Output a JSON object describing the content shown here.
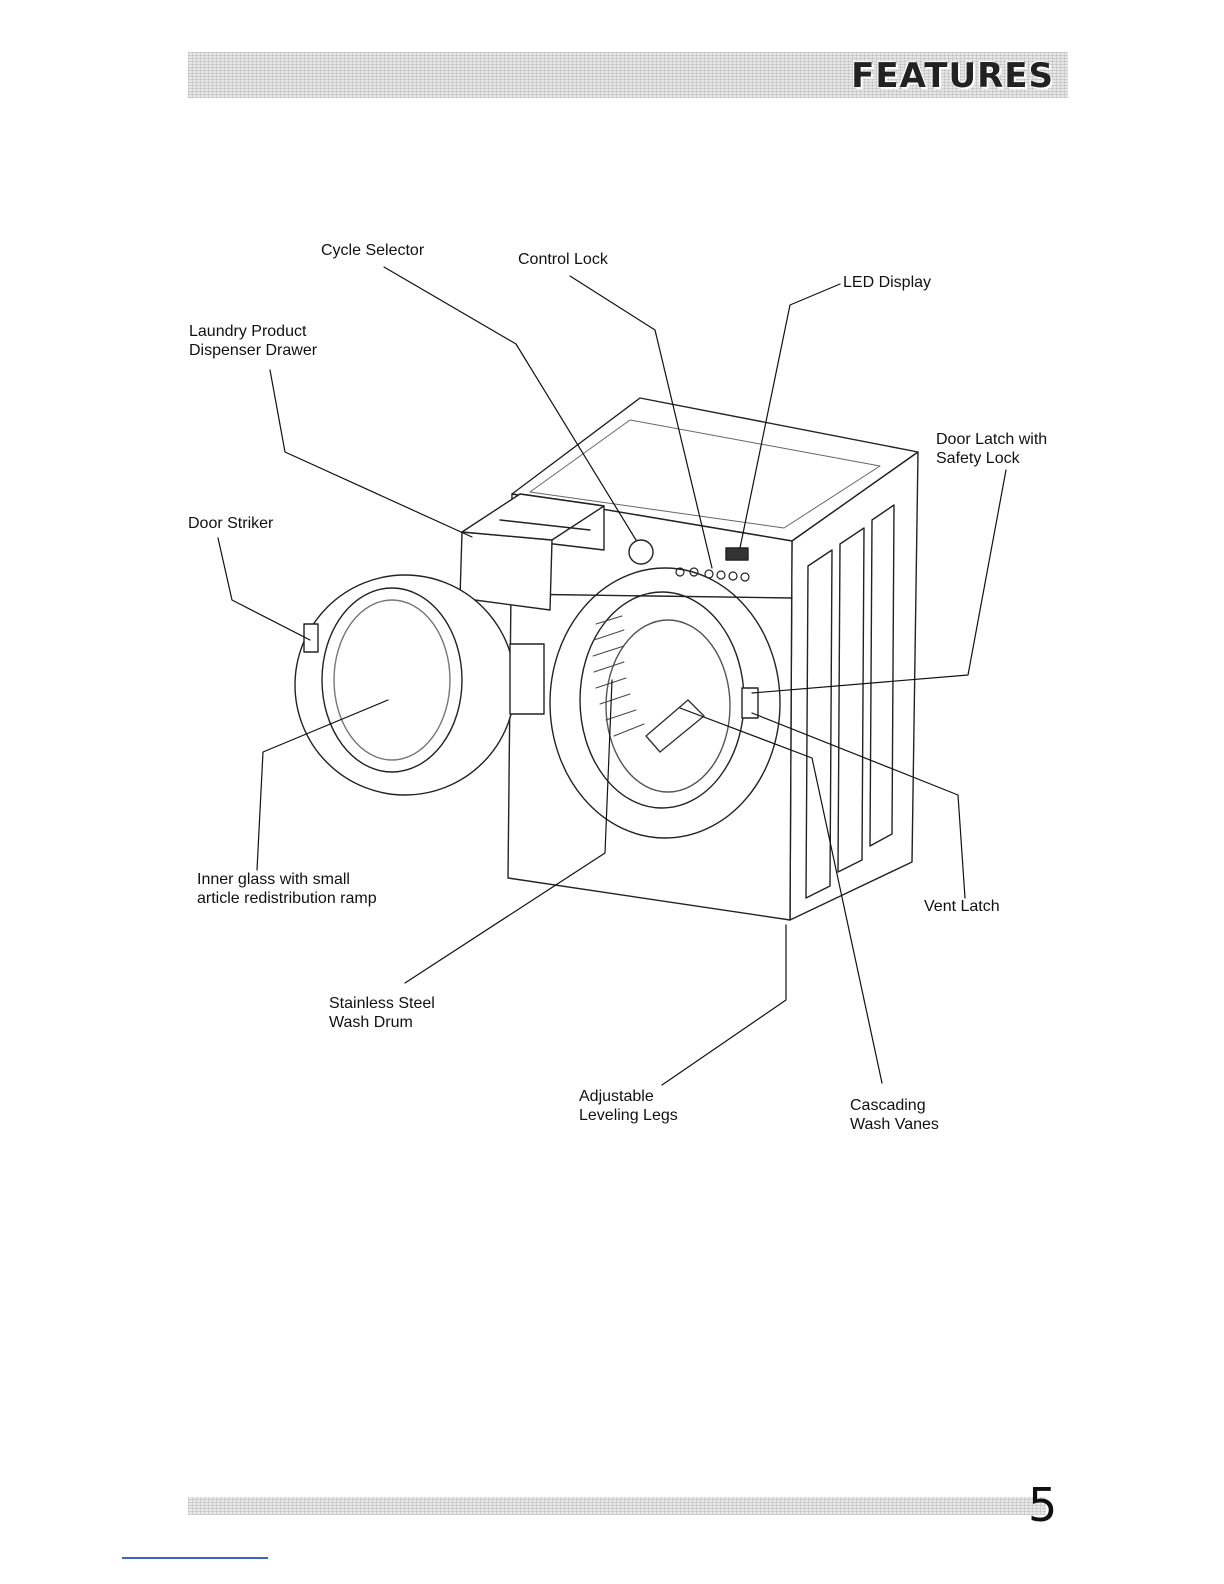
{
  "header": {
    "title": "FEATURES"
  },
  "callouts": {
    "cycle_selector": "Cycle Selector",
    "control_lock": "Control Lock",
    "led_display": "LED Display",
    "dispenser_drawer_1": "Laundry Product",
    "dispenser_drawer_2": "Dispenser Drawer",
    "door_latch_1": "Door Latch with",
    "door_latch_2": "Safety Lock",
    "door_striker": "Door Striker",
    "inner_glass_1": "Inner glass with small",
    "inner_glass_2": "article redistribution ramp",
    "vent_latch": "Vent Latch",
    "wash_drum_1": "Stainless Steel",
    "wash_drum_2": "Wash Drum",
    "leveling_legs_1": "Adjustable",
    "leveling_legs_2": "Leveling Legs",
    "wash_vanes_1": "Cascading",
    "wash_vanes_2": "Wash Vanes"
  },
  "footer": {
    "page_number": "5"
  }
}
